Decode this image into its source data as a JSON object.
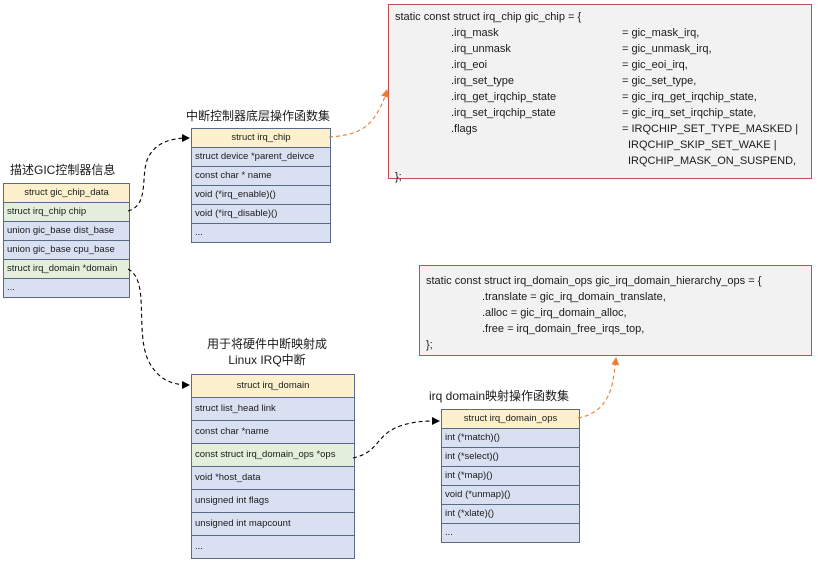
{
  "labels": {
    "gic_desc": "描述GIC控制器信息",
    "irq_chip_desc": "中断控制器底层操作函数集",
    "irq_domain_desc_line1": "用于将硬件中断映射成",
    "irq_domain_desc_line2": "Linux IRQ中断",
    "domain_ops_desc": "irq domain映射操作函数集"
  },
  "gic_chip_data": {
    "title": "struct gic_chip_data",
    "fields": [
      "struct irq_chip chip",
      "union gic_base dist_base",
      "union gic_base cpu_base",
      "struct irq_domain *domain",
      "..."
    ]
  },
  "irq_chip": {
    "title": "struct irq_chip",
    "fields": [
      "struct device *parent_deivce",
      "const char * name",
      "void (*irq_enable)()",
      "void (*irq_disable)()",
      "..."
    ]
  },
  "irq_domain": {
    "title": "struct irq_domain",
    "fields": [
      "struct list_head link",
      "const char *name",
      "const struct irq_domain_ops *ops",
      "void *host_data",
      "unsigned int flags",
      "unsigned int mapcount",
      "..."
    ]
  },
  "irq_domain_ops": {
    "title": "struct irq_domain_ops",
    "fields": [
      "int (*match)()",
      "int (*select)()",
      "int (*map)()",
      "void (*unmap)()",
      "int (*xlate)()",
      "..."
    ]
  },
  "gic_chip_code": {
    "header": "static const struct irq_chip gic_chip = {",
    "assignments": [
      {
        "field": ".irq_mask",
        "value": "= gic_mask_irq,"
      },
      {
        "field": ".irq_unmask",
        "value": "= gic_unmask_irq,"
      },
      {
        "field": ".irq_eoi",
        "value": "= gic_eoi_irq,"
      },
      {
        "field": ".irq_set_type",
        "value": "= gic_set_type,"
      },
      {
        "field": ".irq_get_irqchip_state",
        "value": "= gic_irq_get_irqchip_state,"
      },
      {
        "field": ".irq_set_irqchip_state",
        "value": "= gic_irq_set_irqchip_state,"
      },
      {
        "field": ".flags",
        "value": "= IRQCHIP_SET_TYPE_MASKED |"
      }
    ],
    "continuation": [
      "IRQCHIP_SKIP_SET_WAKE |",
      "IRQCHIP_MASK_ON_SUSPEND,"
    ],
    "footer": "};"
  },
  "domain_ops_code": {
    "header": "static const struct irq_domain_ops gic_irq_domain_hierarchy_ops = {",
    "lines": [
      ".translate = gic_irq_domain_translate,",
      ".alloc = gic_irq_domain_alloc,",
      ".free = irq_domain_free_irqs_top,"
    ],
    "footer": "};"
  },
  "colors": {
    "struct_fill": "#d9e0f2",
    "header_fill": "#fdf0cc",
    "highlight_fill": "#e3efda",
    "code_border": "#c0504d",
    "code_fill": "#f2f2f2",
    "arrow_orange": "#ed7d31",
    "arrow_black": "#000000"
  }
}
